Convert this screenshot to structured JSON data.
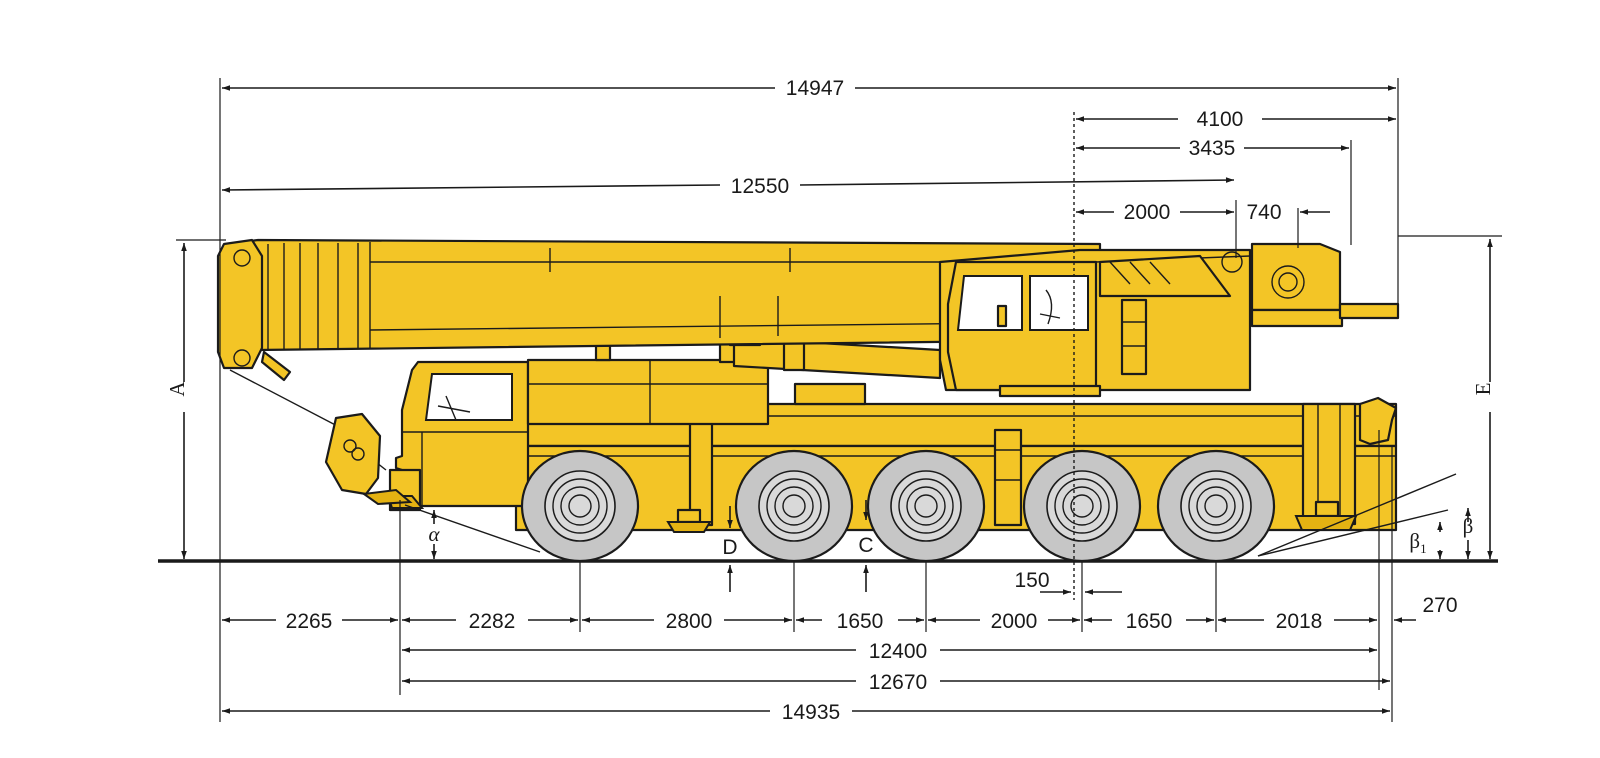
{
  "dimensions": {
    "overall_length_top": "14947",
    "rear_overhang_4100": "4100",
    "rear_3435": "3435",
    "boom_length": "12550",
    "pivot_2000": "2000",
    "pivot_740": "740",
    "front_overhang": "2265",
    "axle_1_2": "2282",
    "axle_2_3": "2800",
    "axle_3_4": "1650",
    "axle_4_5": "2000",
    "axle_5_6": "1650",
    "axle_6_rear": "2018",
    "rear_270": "270",
    "offset_150": "150",
    "chassis_12400": "12400",
    "chassis_12670": "12670",
    "overall_length_bottom": "14935"
  },
  "symbols": {
    "height_a": "A",
    "height_e": "E",
    "clearance_c": "C",
    "clearance_d": "D",
    "angle_alpha": "α",
    "angle_beta": "β",
    "angle_beta1": "β",
    "angle_beta1_sub": "1"
  },
  "colors": {
    "crane_body": "#f3c526",
    "tire": "#c6c6c6",
    "line": "#1a1a1a"
  }
}
